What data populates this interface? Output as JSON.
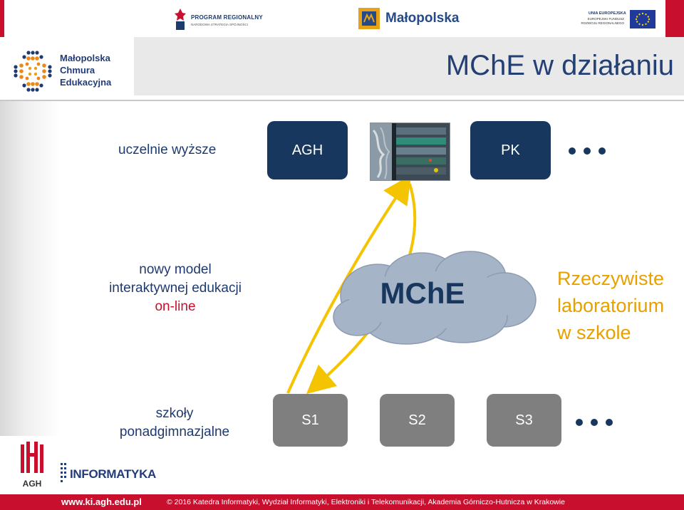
{
  "logos": {
    "program_regionalny": "PROGRAM REGIONALNY",
    "program_regionalny_sub": "NARODOWA STRATEGIA SPÓJNOŚCI",
    "malopolska": "Małopolska",
    "ue_title": "UNIA EUROPEJSKA",
    "ue_line1": "EUROPEJSKI FUNDUSZ",
    "ue_line2": "ROZWOJU REGIONALNEGO",
    "mce_line1": "Małopolska",
    "mce_line2": "Chmura",
    "mce_line3": "Edukacyjna",
    "agh": "AGH",
    "informatyka": "INFORMATYKA"
  },
  "slide": {
    "title": "MChE w działaniu",
    "universities_label": "uczelnie wyższe",
    "university_boxes": [
      "AGH",
      "PK"
    ],
    "model_line1": "nowy model",
    "model_line2": "interaktywnej edukacji",
    "model_line3": "on-line",
    "cloud_label": "MChE",
    "real_lab_line1": "Rzeczywiste",
    "real_lab_line2": "laboratorium",
    "real_lab_line3": "w szkole",
    "schools_line1": "szkoły",
    "schools_line2": "ponadgimnazjalne",
    "school_boxes": [
      "S1",
      "S2",
      "S3"
    ]
  },
  "footer": {
    "url": "www.ki.agh.edu.pl",
    "copyright": "© 2016 Katedra Informatyki, Wydział Informatyki, Elektroniki i Telekomunikacji, Akademia Górniczo-Hutnicza w Krakowie"
  },
  "colors": {
    "navy": "#17375e",
    "grey_box": "#7f7f7f",
    "accent_red": "#c8102e",
    "accent_yellow": "#e6a100",
    "arrow": "#f5c400",
    "cloud": "#a6b4c8"
  }
}
